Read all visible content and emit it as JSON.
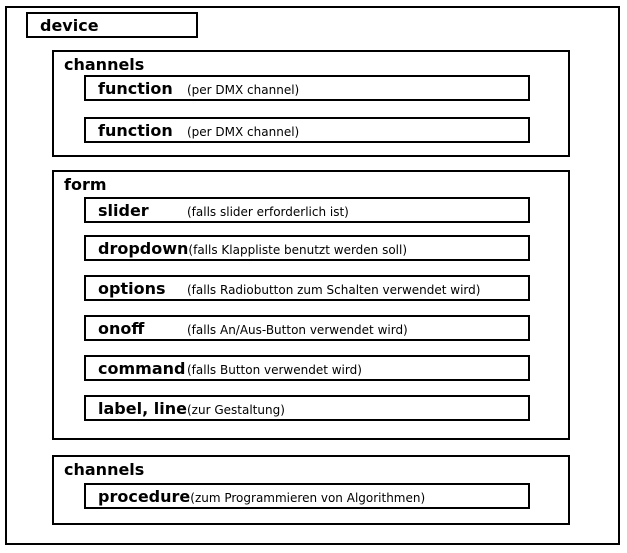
{
  "device": {
    "label": "device"
  },
  "sections": [
    {
      "name": "channels",
      "rows": [
        {
          "label": "function",
          "annotation": "(per DMX channel)"
        },
        {
          "label": "function",
          "annotation": "(per DMX channel)"
        }
      ]
    },
    {
      "name": "form",
      "rows": [
        {
          "label": "slider",
          "annotation": "(falls slider erforderlich ist)"
        },
        {
          "label": "dropdown",
          "annotation": "(falls Klappliste benutzt werden soll)"
        },
        {
          "label": "options",
          "annotation": "(falls Radiobutton zum Schalten verwendet wird)"
        },
        {
          "label": "onoff",
          "annotation": "(falls An/Aus-Button verwendet wird)"
        },
        {
          "label": "command",
          "annotation": "(falls Button verwendet wird)"
        },
        {
          "label": "label, line",
          "annotation": "(zur Gestaltung)"
        }
      ]
    },
    {
      "name": "channels",
      "rows": [
        {
          "label": "procedure",
          "annotation": "(zum Programmieren von Algorithmen)"
        }
      ]
    }
  ],
  "colors": {
    "border": "#000000",
    "background": "#ffffff",
    "text": "#000000"
  }
}
